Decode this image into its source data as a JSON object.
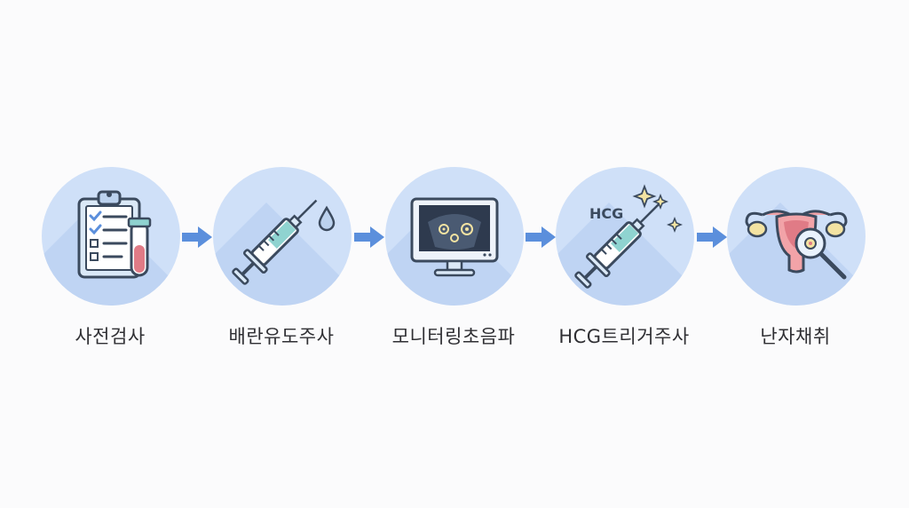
{
  "steps": [
    {
      "label": "사전검사",
      "icon": "clipboard-test-tube-icon"
    },
    {
      "label": "배란유도주사",
      "icon": "syringe-drop-icon"
    },
    {
      "label": "모니터링초음파",
      "icon": "ultrasound-monitor-icon"
    },
    {
      "label": "HCG트리거주사",
      "icon": "hcg-syringe-icon"
    },
    {
      "label": "난자채취",
      "icon": "uterus-magnifier-icon"
    }
  ],
  "hcg_text": "HCG",
  "colors": {
    "circle": "#cfe0f8",
    "arrow": "#5b8fdc",
    "outline": "#3b4a5e",
    "teal": "#8fd3d0",
    "red": "#e07b86",
    "pink": "#f2a3a8",
    "yellow": "#f3e3a2"
  }
}
